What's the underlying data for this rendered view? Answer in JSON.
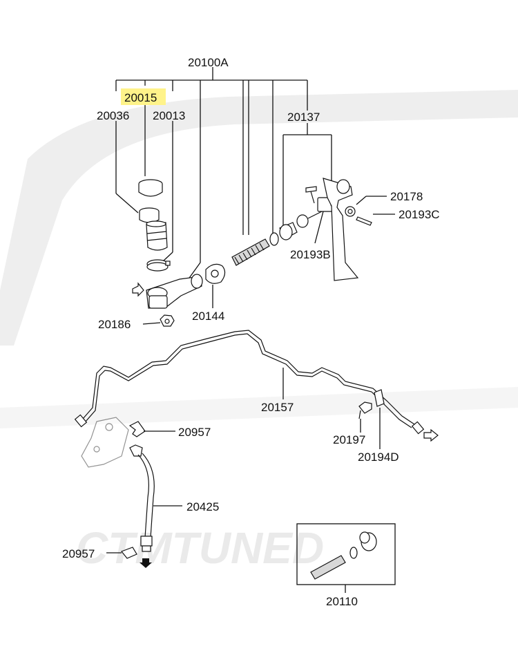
{
  "diagram": {
    "labels": {
      "assembly": "20100A",
      "reservoir_cap": "20015",
      "seal_kit": "20036",
      "clamp_a": "20013",
      "pushrod_group": "20137",
      "pin_clip": "20178",
      "cotter_pin": "20193C",
      "clevis_pin": "20193B",
      "nut": "20186",
      "gasket": "20144",
      "clutch_line": "20157",
      "bolt": "20197",
      "line_clip": "20194D",
      "bracket_clip_upper": "20957",
      "flex_hose": "20425",
      "bracket_clip_lower": "20957",
      "repair_kit": "20110"
    },
    "highlight_color": "#fff38a",
    "watermark": "CTMTUNED"
  }
}
